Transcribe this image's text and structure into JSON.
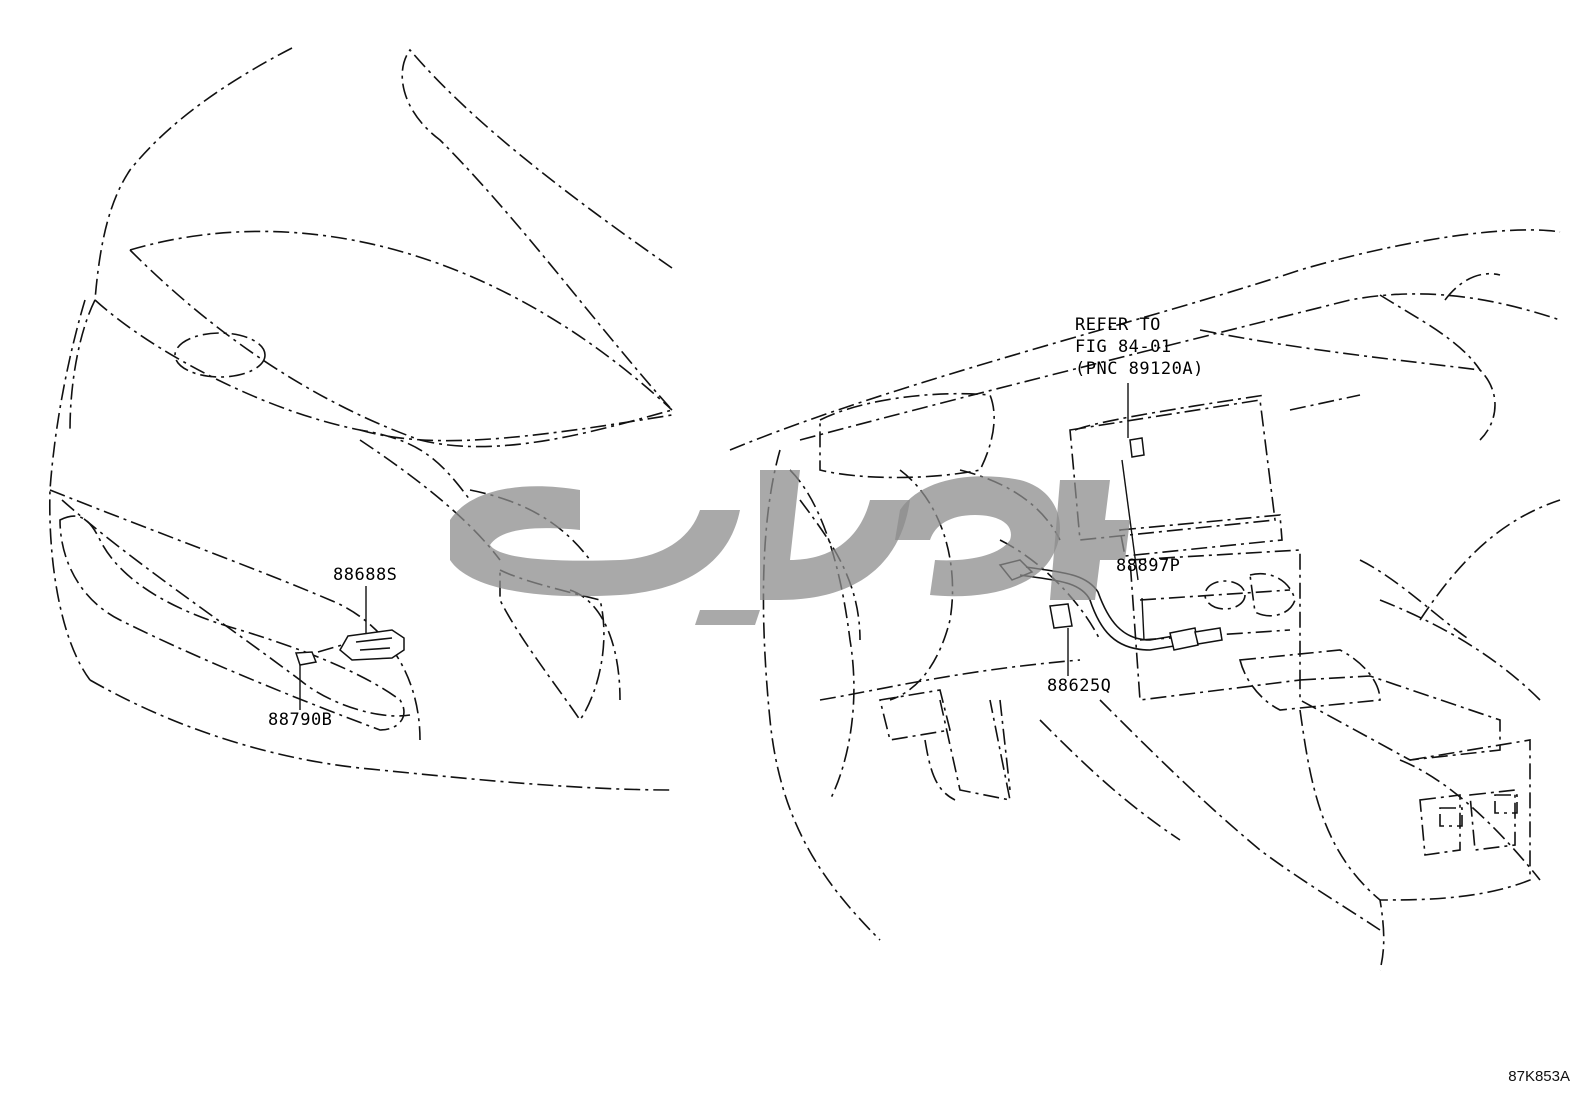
{
  "callouts": {
    "part_88688S": "88688S",
    "part_88790B": "88790B",
    "part_88897P": "88897P",
    "part_88625Q": "88625Q",
    "refer_note": {
      "line1": "REFER TO",
      "line2": "FIG 84-01",
      "line3": "(PNC 89120A)"
    }
  },
  "illustration_code": "87K853A"
}
